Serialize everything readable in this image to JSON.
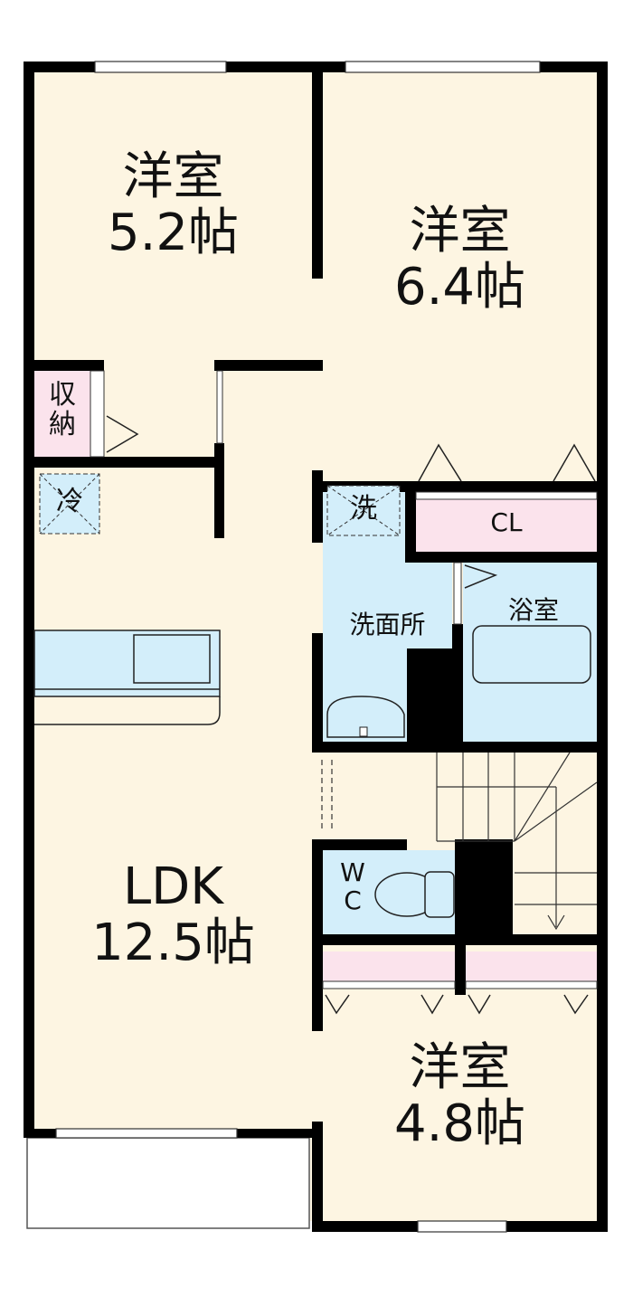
{
  "rooms": {
    "bedroom_a": {
      "name": "洋室",
      "size": "5.2帖"
    },
    "bedroom_b": {
      "name": "洋室",
      "size": "6.4帖"
    },
    "bedroom_c": {
      "name": "洋室",
      "size": "4.8帖"
    },
    "ldk": {
      "name": "LDK",
      "size": "12.5帖"
    },
    "storage": {
      "line1": "収",
      "line2": "納"
    },
    "fridge": "冷",
    "washer": "洗",
    "washroom": "洗面所",
    "bathroom": "浴室",
    "closet": "CL",
    "toilet": {
      "line1": "W",
      "line2": "C"
    }
  },
  "colors": {
    "floor": "#fdf5e2",
    "wet": "#d3eefa",
    "closet": "#fbe3ec",
    "wall": "#000000"
  }
}
